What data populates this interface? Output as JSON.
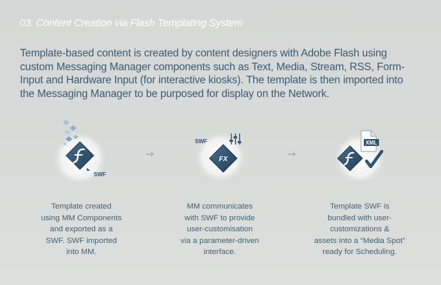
{
  "header": {
    "number": "03.",
    "title": "Content Creation via Flash Templating System"
  },
  "intro": "Template-based content is created by content designers with Adobe Flash using custom Messaging Manager components such as Text, Media, Stream, RSS, Form-Input and Hardware Input (for interactive kiosks).  The template is then imported into the Messaging Manager to be purposed for display on the Network.",
  "steps": [
    {
      "badge": "SWF",
      "caption": "Template created\nusing MM Components\nand exported as a\nSWF.  SWF imported\ninto MM."
    },
    {
      "badge": "SWF",
      "fx": "FX",
      "caption": "MM communicates\nwith SWF to provide\nuser-customisation\nvia a parameter-driven\ninterface."
    },
    {
      "badge": "XML",
      "caption": "Template SWF is\nbundled with user-\ncustomizations &\nassets into a “Media Spot”\nready for Scheduling."
    }
  ],
  "colors": {
    "background": "#d7dad8",
    "intro_text": "#3b5a72",
    "title_text": "#ffffff",
    "flash_diamond": "#2e5272",
    "checkmark": "#2e5272"
  },
  "icons": [
    "flash-file-icon",
    "parameter-sliders-icon",
    "xml-document-icon",
    "checkmark-icon",
    "arrow-right-icon"
  ]
}
